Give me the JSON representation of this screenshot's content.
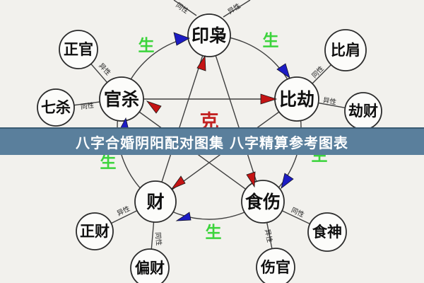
{
  "banner": {
    "title": "八字合婚阴阳配对图集 八字精算参考图表",
    "bg_color": "#5a7f9c"
  },
  "diagram": {
    "center_relation": "克",
    "generate_relation": "生",
    "polarity_same": "同性",
    "polarity_opposite": "异性",
    "main_nodes": {
      "yinxiao": "印枭",
      "bijie": "比劫",
      "shishang": "食伤",
      "cai": "财",
      "guansha": "官杀"
    },
    "satellites": {
      "zhengguan": "正官",
      "qisha": "七杀",
      "bijian": "比肩",
      "jiecai": "劫财",
      "zhengcai": "正财",
      "piancai": "偏财",
      "shishen": "食神",
      "shangguan": "伤官"
    }
  },
  "colors": {
    "ke_red": "#c22222",
    "sheng_green": "#3cd43c",
    "arrow_red": "#c41414",
    "arrow_blue": "#1c1cc4",
    "banner_bg": "#5a7f9c"
  }
}
